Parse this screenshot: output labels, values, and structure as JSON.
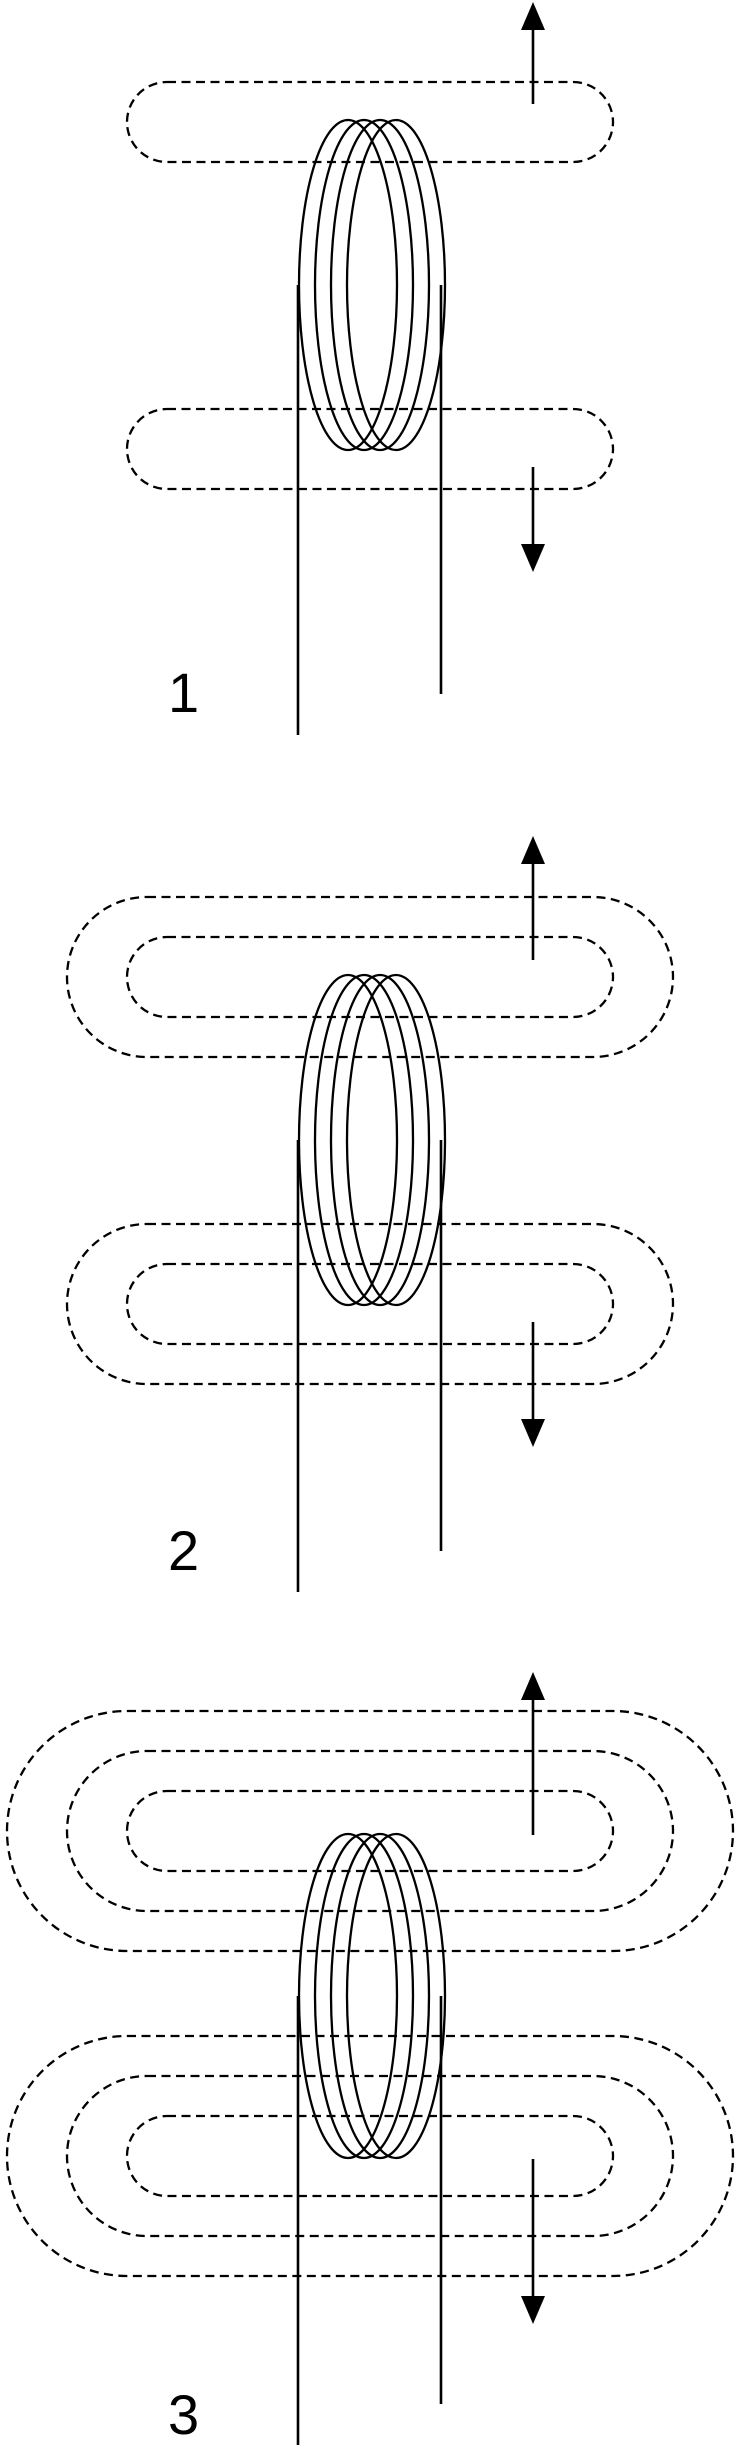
{
  "panels": [
    {
      "label": "1",
      "loop_layers": 1
    },
    {
      "label": "2",
      "loop_layers": 2
    },
    {
      "label": "3",
      "loop_layers": 3
    }
  ],
  "colors": {
    "ink": "#000000",
    "background": "#ffffff"
  },
  "icons": {
    "up_arrow": "arrow-up-icon",
    "down_arrow": "arrow-down-icon"
  }
}
